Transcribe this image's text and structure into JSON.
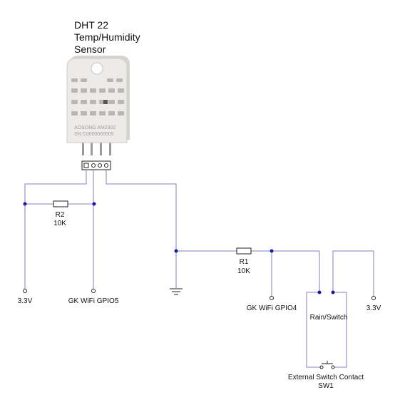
{
  "sensor": {
    "title_lines": [
      "DHT 22",
      "Temp/Humidity",
      "Sensor"
    ],
    "body_text_lines": [
      "AOSONG AM2302",
      "SN:C0000000005"
    ]
  },
  "components": {
    "r2": {
      "ref": "R2",
      "value": "10K"
    },
    "r1": {
      "ref": "R1",
      "value": "10K"
    },
    "rain_switch_label": "Rain/Switch",
    "ext_switch": {
      "label": "External Switch Contact",
      "ref": "SW1"
    }
  },
  "terminals": {
    "left_3v3": "3.3V",
    "gpio5": "GK WiFi GPIO5",
    "gpio4": "GK WiFi GPIO4",
    "right_3v3": "3.3V"
  },
  "colors": {
    "wire": "#7f7fc8",
    "junction": "#1a1aa6",
    "component": "#222222",
    "sensor_body": "#ecebe8",
    "sensor_shadow": "#d6d4cf",
    "sensor_grille": "#b9b7b2"
  }
}
